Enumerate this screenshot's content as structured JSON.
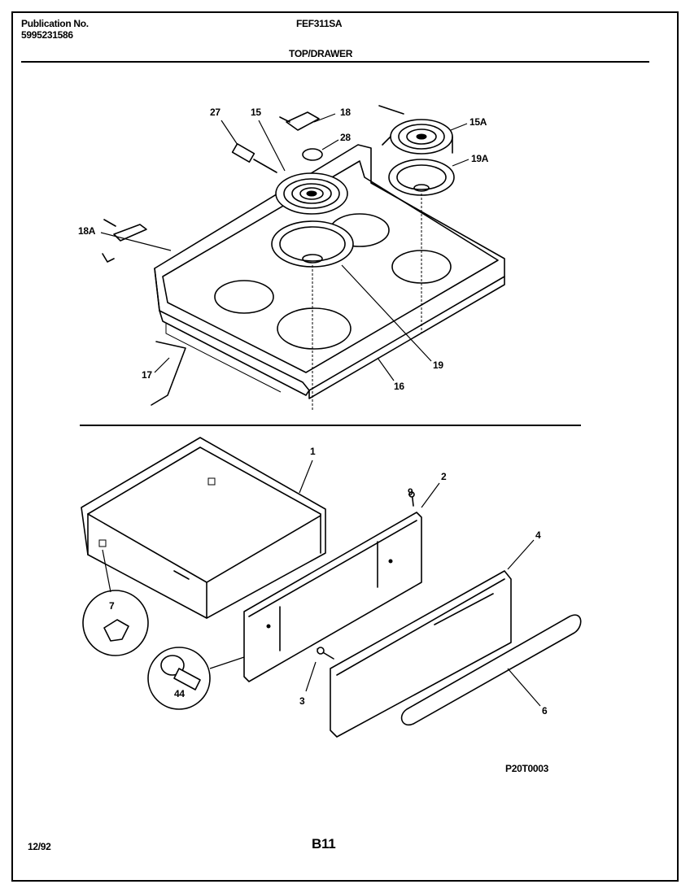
{
  "header": {
    "publication_label": "Publication No.",
    "publication_number": "5995231586",
    "model": "FEF311SA",
    "section_title": "TOP/DRAWER"
  },
  "callouts": {
    "c27": "27",
    "c15": "15",
    "c18": "18",
    "c28": "28",
    "c15A": "15A",
    "c19A": "19A",
    "c18A": "18A",
    "c17": "17",
    "c19": "19",
    "c16": "16",
    "c1": "1",
    "c2": "2",
    "c9": "9",
    "c4": "4",
    "c7": "7",
    "c44": "44",
    "c3": "3",
    "c6": "6"
  },
  "footer": {
    "drawing_code": "P20T0003",
    "date": "12/92",
    "page": "B11"
  }
}
